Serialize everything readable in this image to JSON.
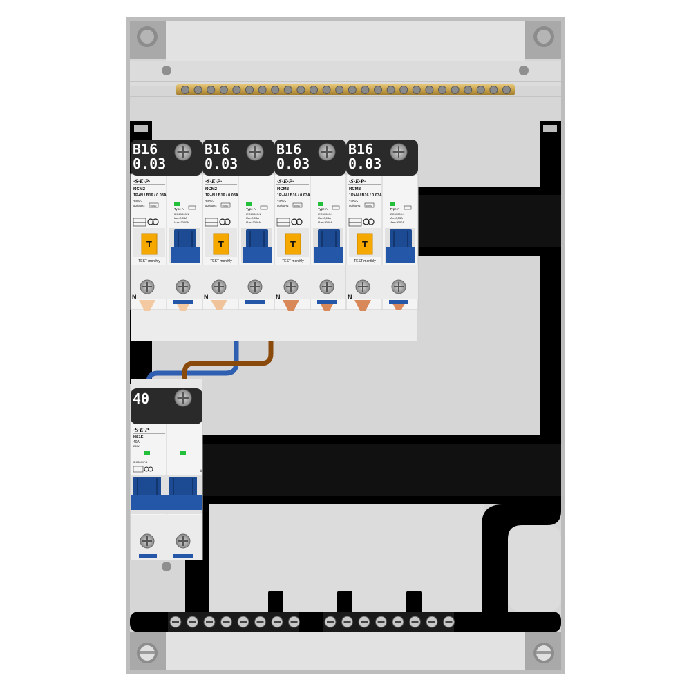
{
  "colors": {
    "enclosure": "#cfcfcf",
    "enclosure_light": "#e3e3e3",
    "rail": "#000000",
    "busbar": "#c8a24a",
    "breaker_body": "#f4f4f4",
    "label_bg": "#2a2a2a",
    "toggle_blue": "#2457a8",
    "test_orange": "#f5a800",
    "indicator_green": "#22c03a",
    "wire_blue": "#2e5fb0",
    "wire_brown": "#8a4a0c",
    "copper": "#d9885a"
  },
  "rcbo_modules": [
    {
      "label_line1": "B16",
      "label_line2": "0.03",
      "brand": "·S·E·P·",
      "model": "RCM2",
      "spec": "1P+N / B16 / 0.03A",
      "voltage": "240V~",
      "frequency": "50/60Hz",
      "rating_box": "6000",
      "type_label": "Type A",
      "standard": "IEC61009-1",
      "idn": "IΔn=0,03A",
      "icn": "IΔm=3000A",
      "test_button": "T",
      "test_label": "TEST monthly",
      "neutral_marker": "N"
    },
    {
      "label_line1": "B16",
      "label_line2": "0.03",
      "brand": "·S·E·P·",
      "model": "RCM2",
      "spec": "1P+N / B16 / 0.03A",
      "voltage": "240V~",
      "frequency": "50/60Hz",
      "rating_box": "6000",
      "type_label": "Type A",
      "standard": "IEC61009-1",
      "idn": "IΔn=0,03A",
      "icn": "IΔm=3000A",
      "test_button": "T",
      "test_label": "TEST monthly",
      "neutral_marker": "N"
    },
    {
      "label_line1": "B16",
      "label_line2": "0.03",
      "brand": "·S·E·P·",
      "model": "RCM2",
      "spec": "1P+N / B16 / 0.03A",
      "voltage": "240V~",
      "frequency": "50/60Hz",
      "rating_box": "6000",
      "type_label": "Type A",
      "standard": "IEC61009-1",
      "idn": "IΔn=0,03A",
      "icn": "IΔm=3000A",
      "test_button": "T",
      "test_label": "TEST monthly",
      "neutral_marker": "N"
    },
    {
      "label_line1": "B16",
      "label_line2": "0.03",
      "brand": "·S·E·P·",
      "model": "RCM2",
      "spec": "1P+N / B16 / 0.03A",
      "voltage": "240V~",
      "frequency": "50/60Hz",
      "rating_box": "6000",
      "type_label": "Type A",
      "standard": "IEC61009-1",
      "idn": "IΔn=0,03A",
      "icn": "IΔm=3000A",
      "test_button": "T",
      "test_label": "TEST monthly",
      "neutral_marker": "N"
    }
  ],
  "main_switch": {
    "label": "40",
    "brand": "·S·E·P·",
    "model": "HS1E",
    "rating": "40A",
    "sub": "230V~",
    "spec": "IEC60947-3",
    "positions": "I  O"
  },
  "busbar_screw_count": 26,
  "terminal_groups": [
    {
      "screws": 8
    },
    {
      "screws": 8
    }
  ]
}
